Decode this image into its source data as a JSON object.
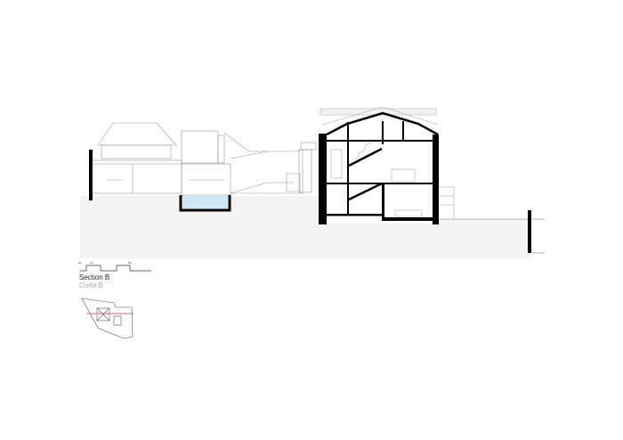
{
  "drawing": {
    "title": "Section B",
    "subtitle": "Corte B",
    "scale_bar": {
      "labels": [
        "0m",
        "1m",
        "5m"
      ]
    },
    "colors": {
      "ground": "#f3f3f3",
      "pool": "#cfe8f5",
      "section_cut": "#000000",
      "line": "#999999",
      "key_plan_cut": "#e0303a"
    }
  }
}
